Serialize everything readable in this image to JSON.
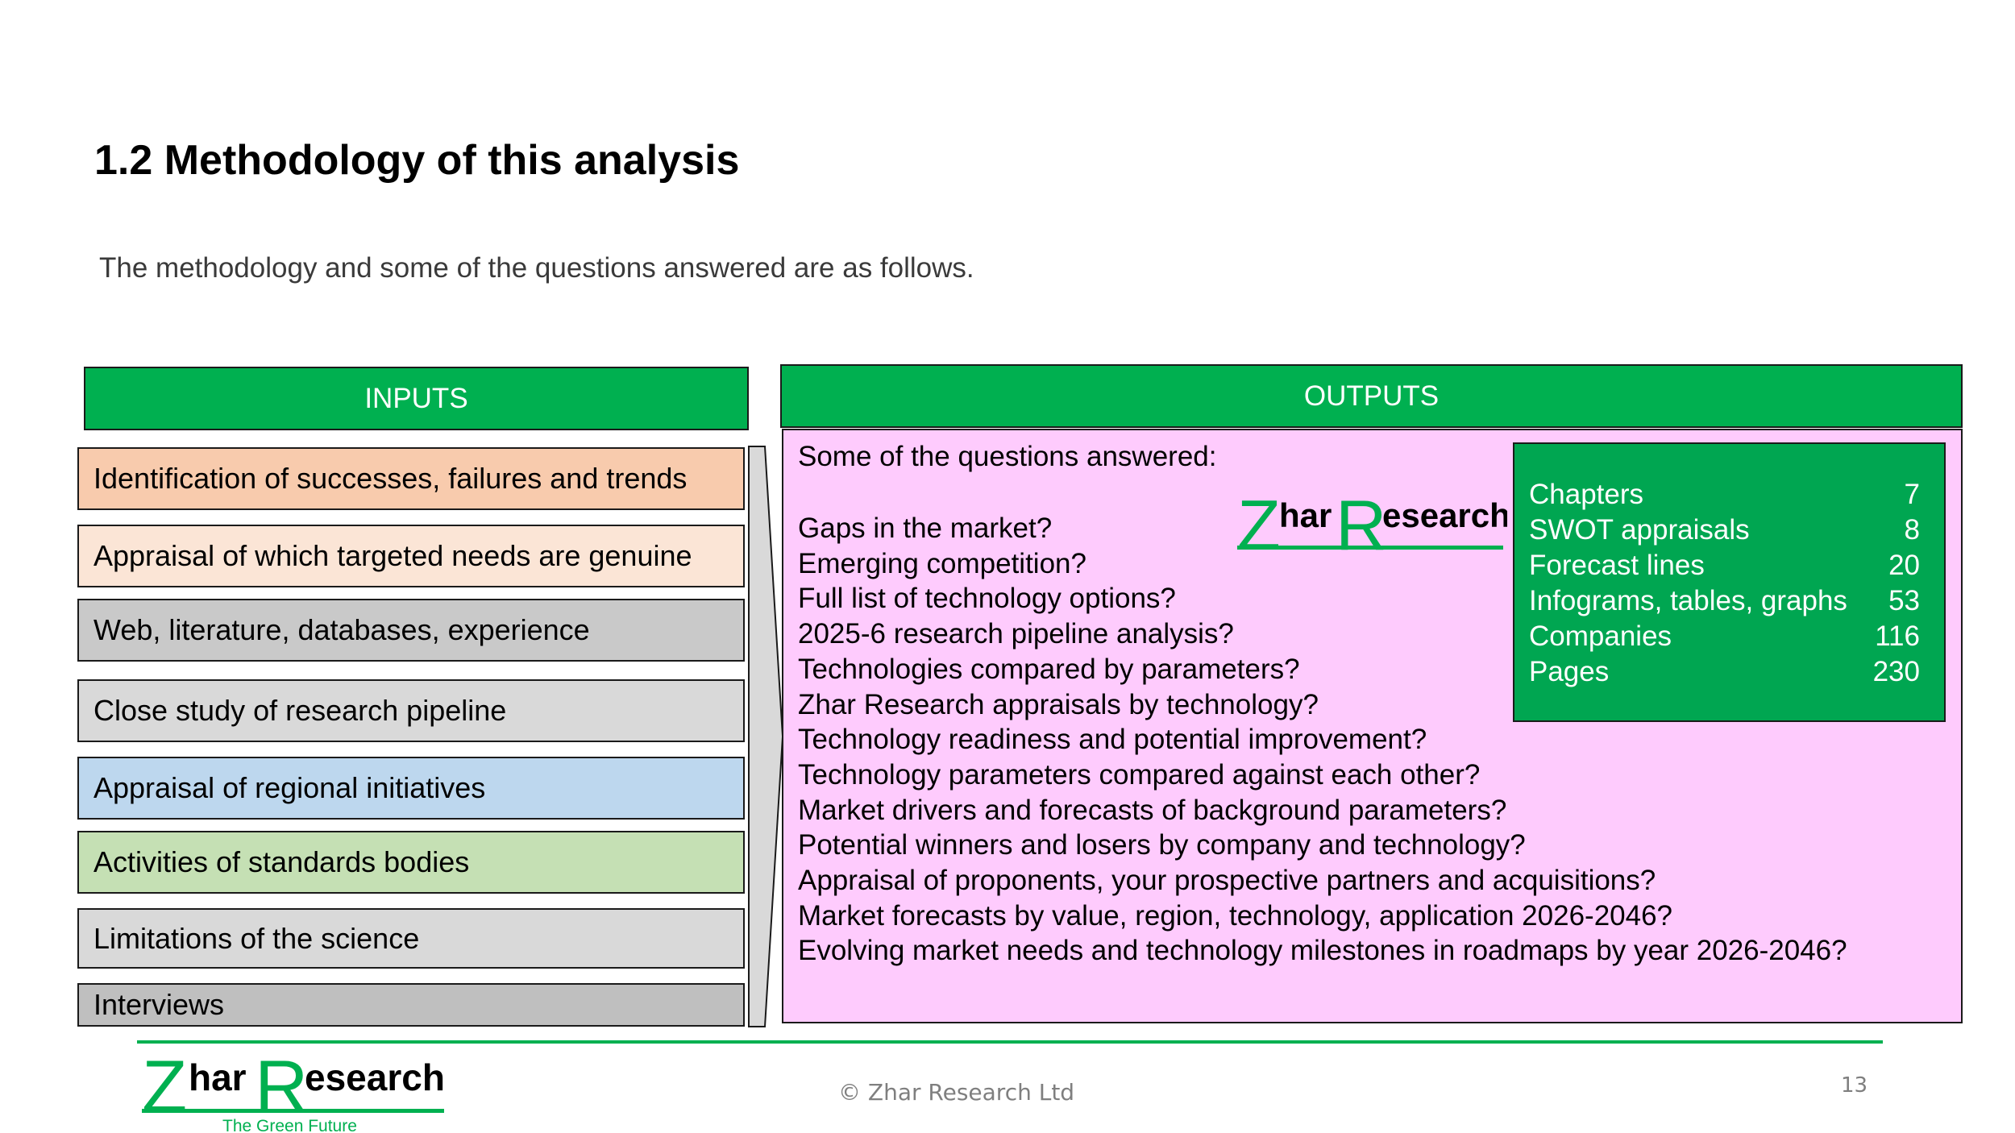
{
  "slide": {
    "title": "1.2 Methodology of this analysis",
    "subtitle": "The methodology and some of the questions answered are as follows."
  },
  "inputs": {
    "header": "INPUTS",
    "items": [
      {
        "label": "Identification of successes, failures and trends",
        "color": "#f8cbad"
      },
      {
        "label": "Appraisal of which targeted needs are genuine",
        "color": "#fbe5d6"
      },
      {
        "label": "Web, literature, databases, experience",
        "color": "#c9c9c9"
      },
      {
        "label": "Close study of research pipeline",
        "color": "#d9d9d9"
      },
      {
        "label": "Appraisal of regional initiatives",
        "color": "#bdd7ee"
      },
      {
        "label": "Activities of standards bodies",
        "color": "#c5e0b4"
      },
      {
        "label": "Limitations of the science",
        "color": "#d9d9d9"
      },
      {
        "label": "Interviews",
        "color": "#bfbfbf"
      }
    ]
  },
  "outputs": {
    "header": "OUTPUTS",
    "intro": "Some of the questions answered:",
    "questions": [
      "Gaps in the market?",
      "Emerging competition?",
      "Full list of technology options?",
      "2025-6 research pipeline analysis?",
      "Technologies compared by parameters?",
      "Zhar Research appraisals by technology?",
      "Technology readiness and potential improvement?",
      "Technology parameters compared against each other?",
      "Market drivers and forecasts of background parameters?",
      "Potential winners and losers by company and technology?",
      "Appraisal of proponents, your prospective partners and acquisitions?",
      "Market forecasts by value, region, technology, application 2026-2046?",
      "Evolving market needs and technology milestones in roadmaps by year 2026-2046?"
    ],
    "stats": [
      {
        "label": "Chapters",
        "value": "7"
      },
      {
        "label": "SWOT appraisals",
        "value": "8"
      },
      {
        "label": "Forecast lines",
        "value": "20"
      },
      {
        "label": "Infograms, tables, graphs",
        "value": "53"
      },
      {
        "label": "Companies",
        "value": "116"
      },
      {
        "label": "Pages",
        "value": "230"
      }
    ]
  },
  "logo": {
    "z": "Z",
    "har": "har",
    "r": "R",
    "esearch": "esearch",
    "tagline": "The Green Future"
  },
  "footer": {
    "copyright": "© Zhar Research Ltd",
    "page_number": "13"
  },
  "colors": {
    "brand_green": "#00b050",
    "outputs_bg": "#fecbfd"
  }
}
